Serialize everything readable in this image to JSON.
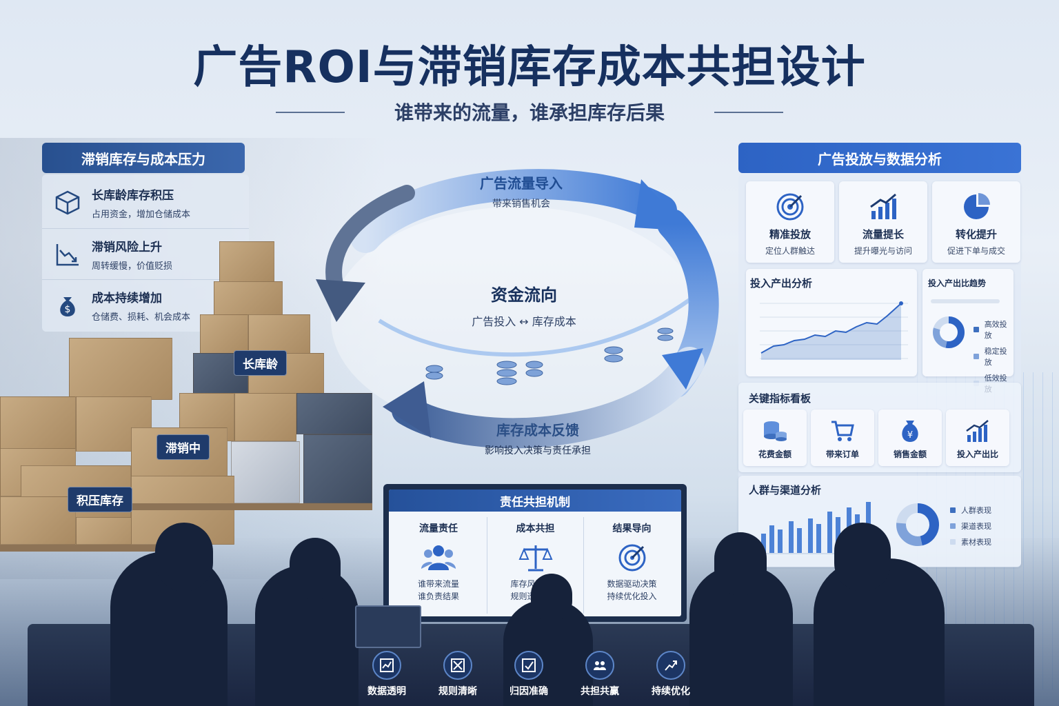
{
  "title": "广告ROI与滞销库存成本共担设计",
  "subtitle": "谁带来的流量，谁承担库存后果",
  "left_panel": {
    "header": "滞销库存与成本压力",
    "items": [
      {
        "icon": "box-icon",
        "title": "长库龄库存积压",
        "desc": "占用资金，增加仓储成本"
      },
      {
        "icon": "declining-chart-icon",
        "title": "滞销风险上升",
        "desc": "周转缓慢，价值贬损"
      },
      {
        "icon": "money-bag-icon",
        "title": "成本持续增加",
        "desc": "仓储费、损耗、机会成本"
      }
    ]
  },
  "warehouse_tags": {
    "long_age": "长库龄",
    "slow_moving": "滞销中",
    "backlog": "积压库存"
  },
  "cycle": {
    "top": {
      "title": "广告流量导入",
      "desc": "带来销售机会"
    },
    "center": {
      "title": "资金流向",
      "desc": "广告投入 ↔ 库存成本"
    },
    "bottom": {
      "title": "库存成本反馈",
      "desc": "影响投入决策与责任承担"
    }
  },
  "right_panel": {
    "header": "广告投放与数据分析",
    "features": [
      {
        "icon": "target-icon",
        "title": "精准投放",
        "desc": "定位人群触达"
      },
      {
        "icon": "growth-chart-icon",
        "title": "流量提长",
        "desc": "提升曝光与访问"
      },
      {
        "icon": "pie-chart-icon",
        "title": "转化提升",
        "desc": "促进下单与成交"
      }
    ],
    "io_analysis": {
      "title": "投入产出分析"
    },
    "io_ratio": {
      "title": "投入产出比趋势",
      "legend": [
        "高效投放",
        "稳定投放",
        "低效投放"
      ]
    },
    "kpi_board": {
      "title": "关键指标看板",
      "items": [
        {
          "icon": "coins-icon",
          "label": "花费金额"
        },
        {
          "icon": "cart-icon",
          "label": "带来订单"
        },
        {
          "icon": "yuan-bag-icon",
          "label": "销售金额"
        },
        {
          "icon": "growth-chart-icon",
          "label": "投入产出比"
        }
      ]
    },
    "audience": {
      "title": "人群与渠道分析",
      "legend": [
        "人群表现",
        "渠道表现",
        "素材表现"
      ]
    }
  },
  "monitor": {
    "header": "责任共担机制",
    "columns": [
      {
        "icon": "people-icon",
        "title": "流量责任",
        "lines": [
          "谁带来流量",
          "谁负责结果"
        ]
      },
      {
        "icon": "scale-icon",
        "title": "成本共担",
        "lines": [
          "库存风险共担",
          "规则透明公正"
        ]
      },
      {
        "icon": "target-icon",
        "title": "结果导向",
        "lines": [
          "数据驱动决策",
          "持续优化投入"
        ]
      }
    ]
  },
  "bottom_icons": [
    {
      "icon": "data-chart-icon",
      "label": "数据透明"
    },
    {
      "icon": "rules-icon",
      "label": "规则清晰"
    },
    {
      "icon": "attribution-icon",
      "label": "归因准确"
    },
    {
      "icon": "cooperation-icon",
      "label": "共担共赢"
    },
    {
      "icon": "optimize-icon",
      "label": "持续优化"
    }
  ],
  "colors": {
    "title": "#16305f",
    "accent": "#2d63c4",
    "dark_navy": "#1c2e4c"
  }
}
